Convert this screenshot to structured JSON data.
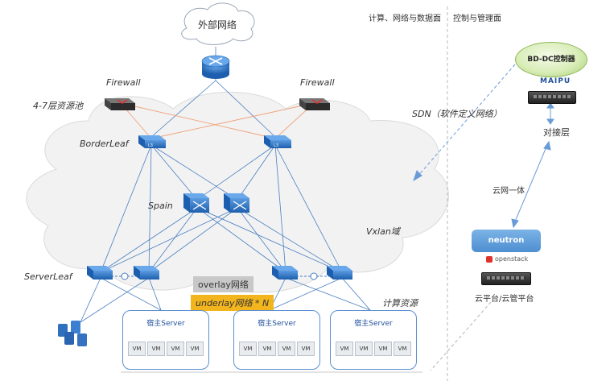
{
  "external_network": "外部网络",
  "firewall_left": "Firewall",
  "firewall_right": "Firewall",
  "resource_pool": "4-7层资源池",
  "border_leaf": "BorderLeaf",
  "spain": "Spain",
  "server_leaf": "ServerLeaf",
  "vxlan_domain": "Vxlan域",
  "overlay": "overlay网络",
  "underlay": "underlay网络 * N",
  "compute_resource": "计算资源",
  "section_compute": "计算、网络与数据面",
  "section_control": "控制与管理面",
  "sdn": "SDN（软件定义网络）",
  "controller": "BD-DC控制器",
  "maipu": "MAIPU",
  "interface_layer": "对接层",
  "cloud_network": "云网一体",
  "neutron": "neutron",
  "openstack": "openstack",
  "cloud_platform": "云平台/云管平台",
  "host_server": "宿主Server",
  "vm": "VM",
  "colors": {
    "cloud": "#f2f2f2",
    "link_blue": "#4a7fc1",
    "link_orange": "#f0a27a",
    "switch_blue": "#2f72c4",
    "overlay_bg": "#c8c8c8",
    "underlay_bg": "#f2b51e",
    "neutron": "#5b9bd5",
    "controller": "#d9edb8"
  },
  "icons": [
    "cloud-icon",
    "router-icon",
    "firewall-icon",
    "switch-icon",
    "storage-icon",
    "server-device-icon"
  ]
}
